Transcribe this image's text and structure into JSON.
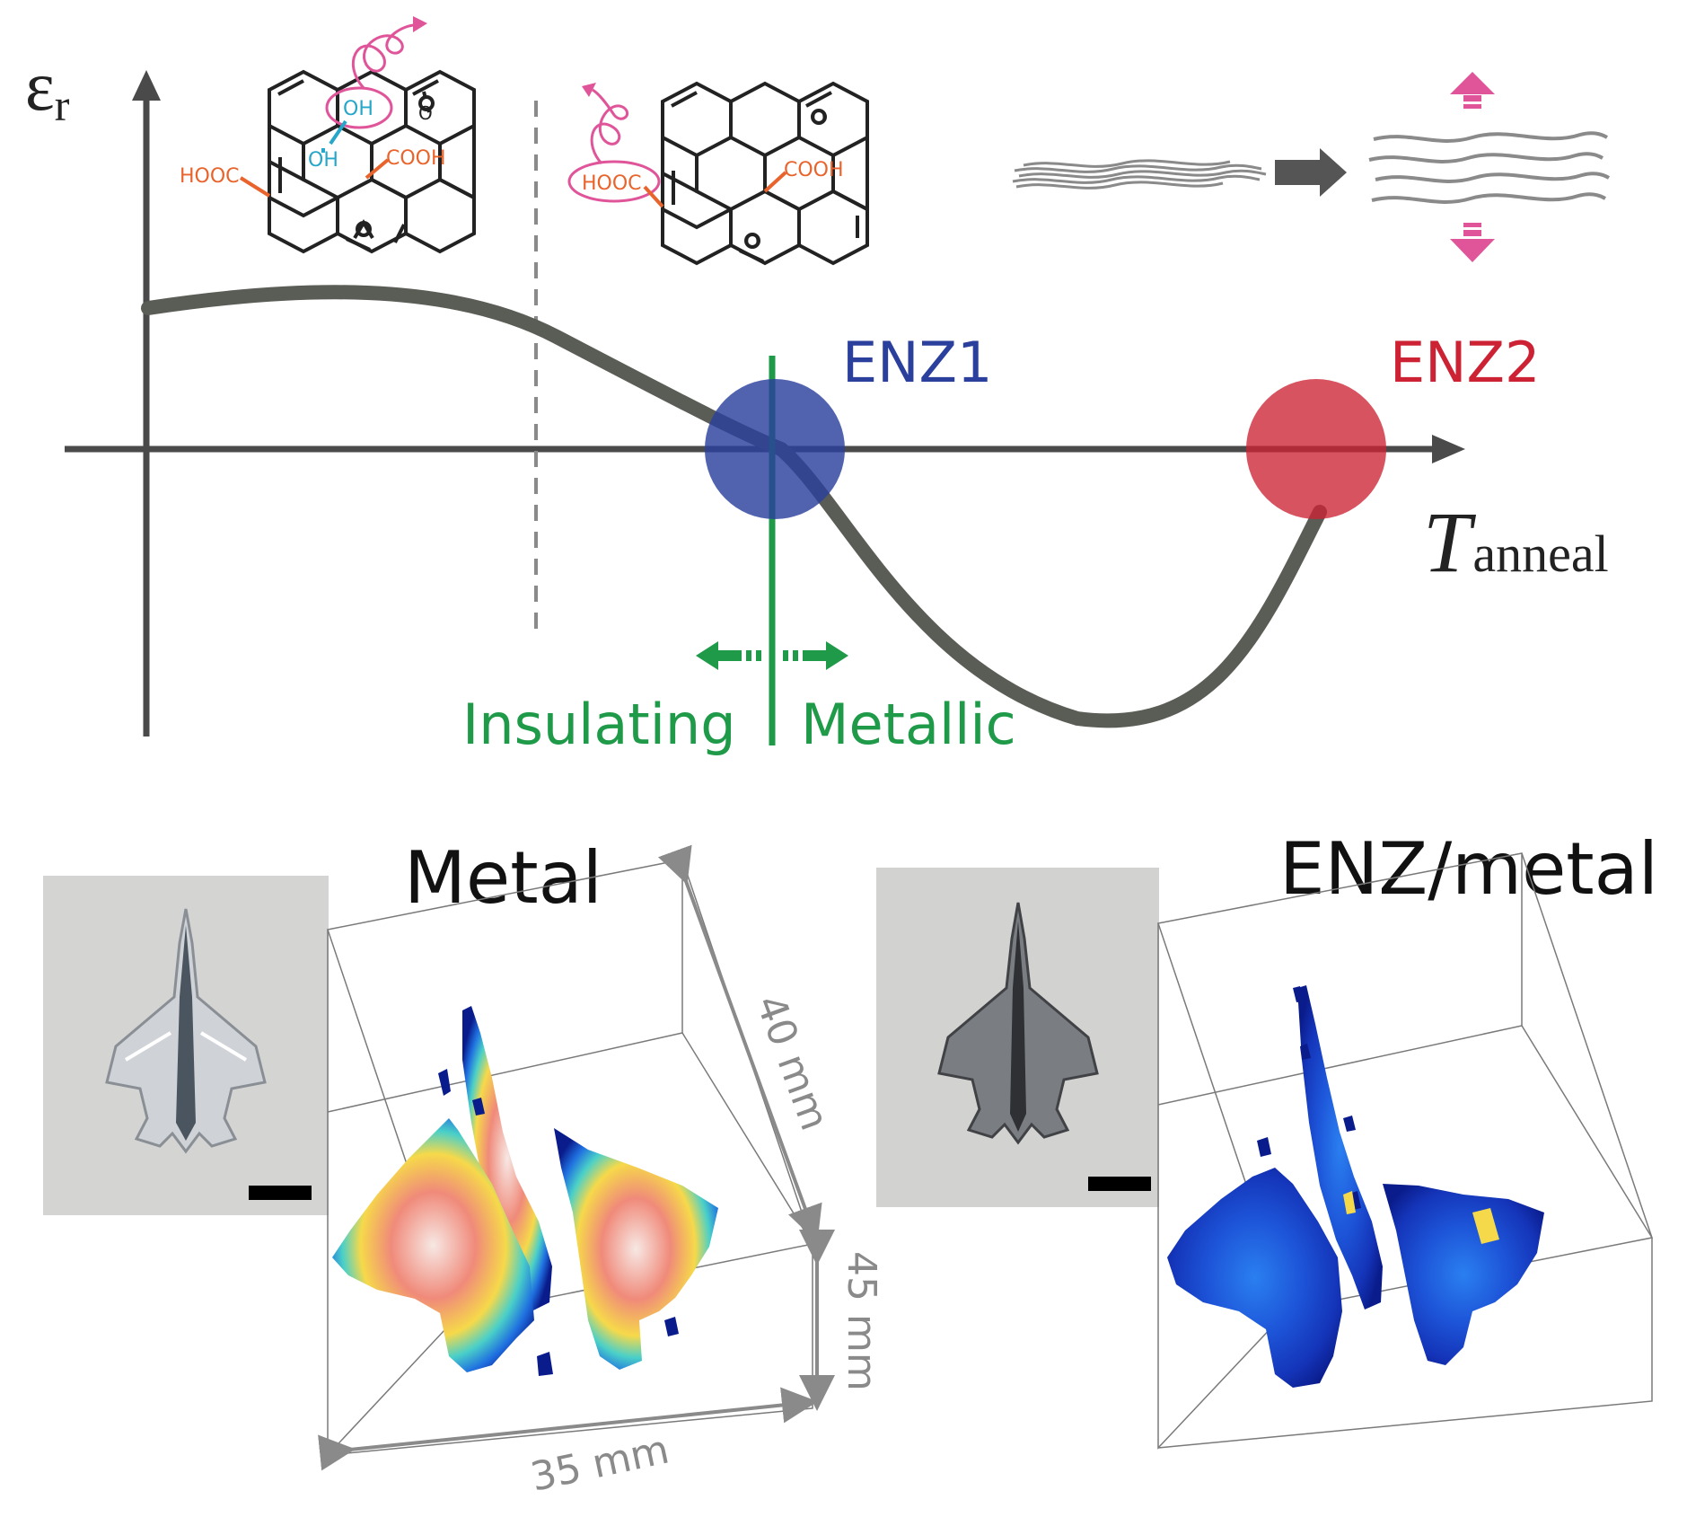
{
  "top_panel": {
    "y_axis_symbol": "ε",
    "y_axis_subscript": "r",
    "x_axis_symbol": "T",
    "x_axis_subscript": "anneal",
    "enz1_label": "ENZ1",
    "enz2_label": "ENZ2",
    "insulating_label": "Insulating",
    "metallic_label": "Metallic",
    "chem_labels": {
      "oh_circled": "OH",
      "oh": "OH",
      "hooc_left": "HOOC",
      "cooh_left": "COOH",
      "o": "O",
      "hooc_circled": "HOOC",
      "cooh_right": "COOH"
    },
    "colors": {
      "curve": "#5a5d56",
      "axis": "#4a4a4a",
      "enz1": "#2b3f9c",
      "enz2": "#cc2233",
      "transition": "#1f9a48",
      "functional_group": "#e8642c",
      "hydroxyl": "#26a6c8",
      "release": "#e0559a"
    }
  },
  "bottom_panels": {
    "metal_title": "Metal",
    "enz_metal_title": "ENZ/metal",
    "dim_depth": "40 mm",
    "dim_height": "45 mm",
    "dim_width": "35 mm"
  }
}
